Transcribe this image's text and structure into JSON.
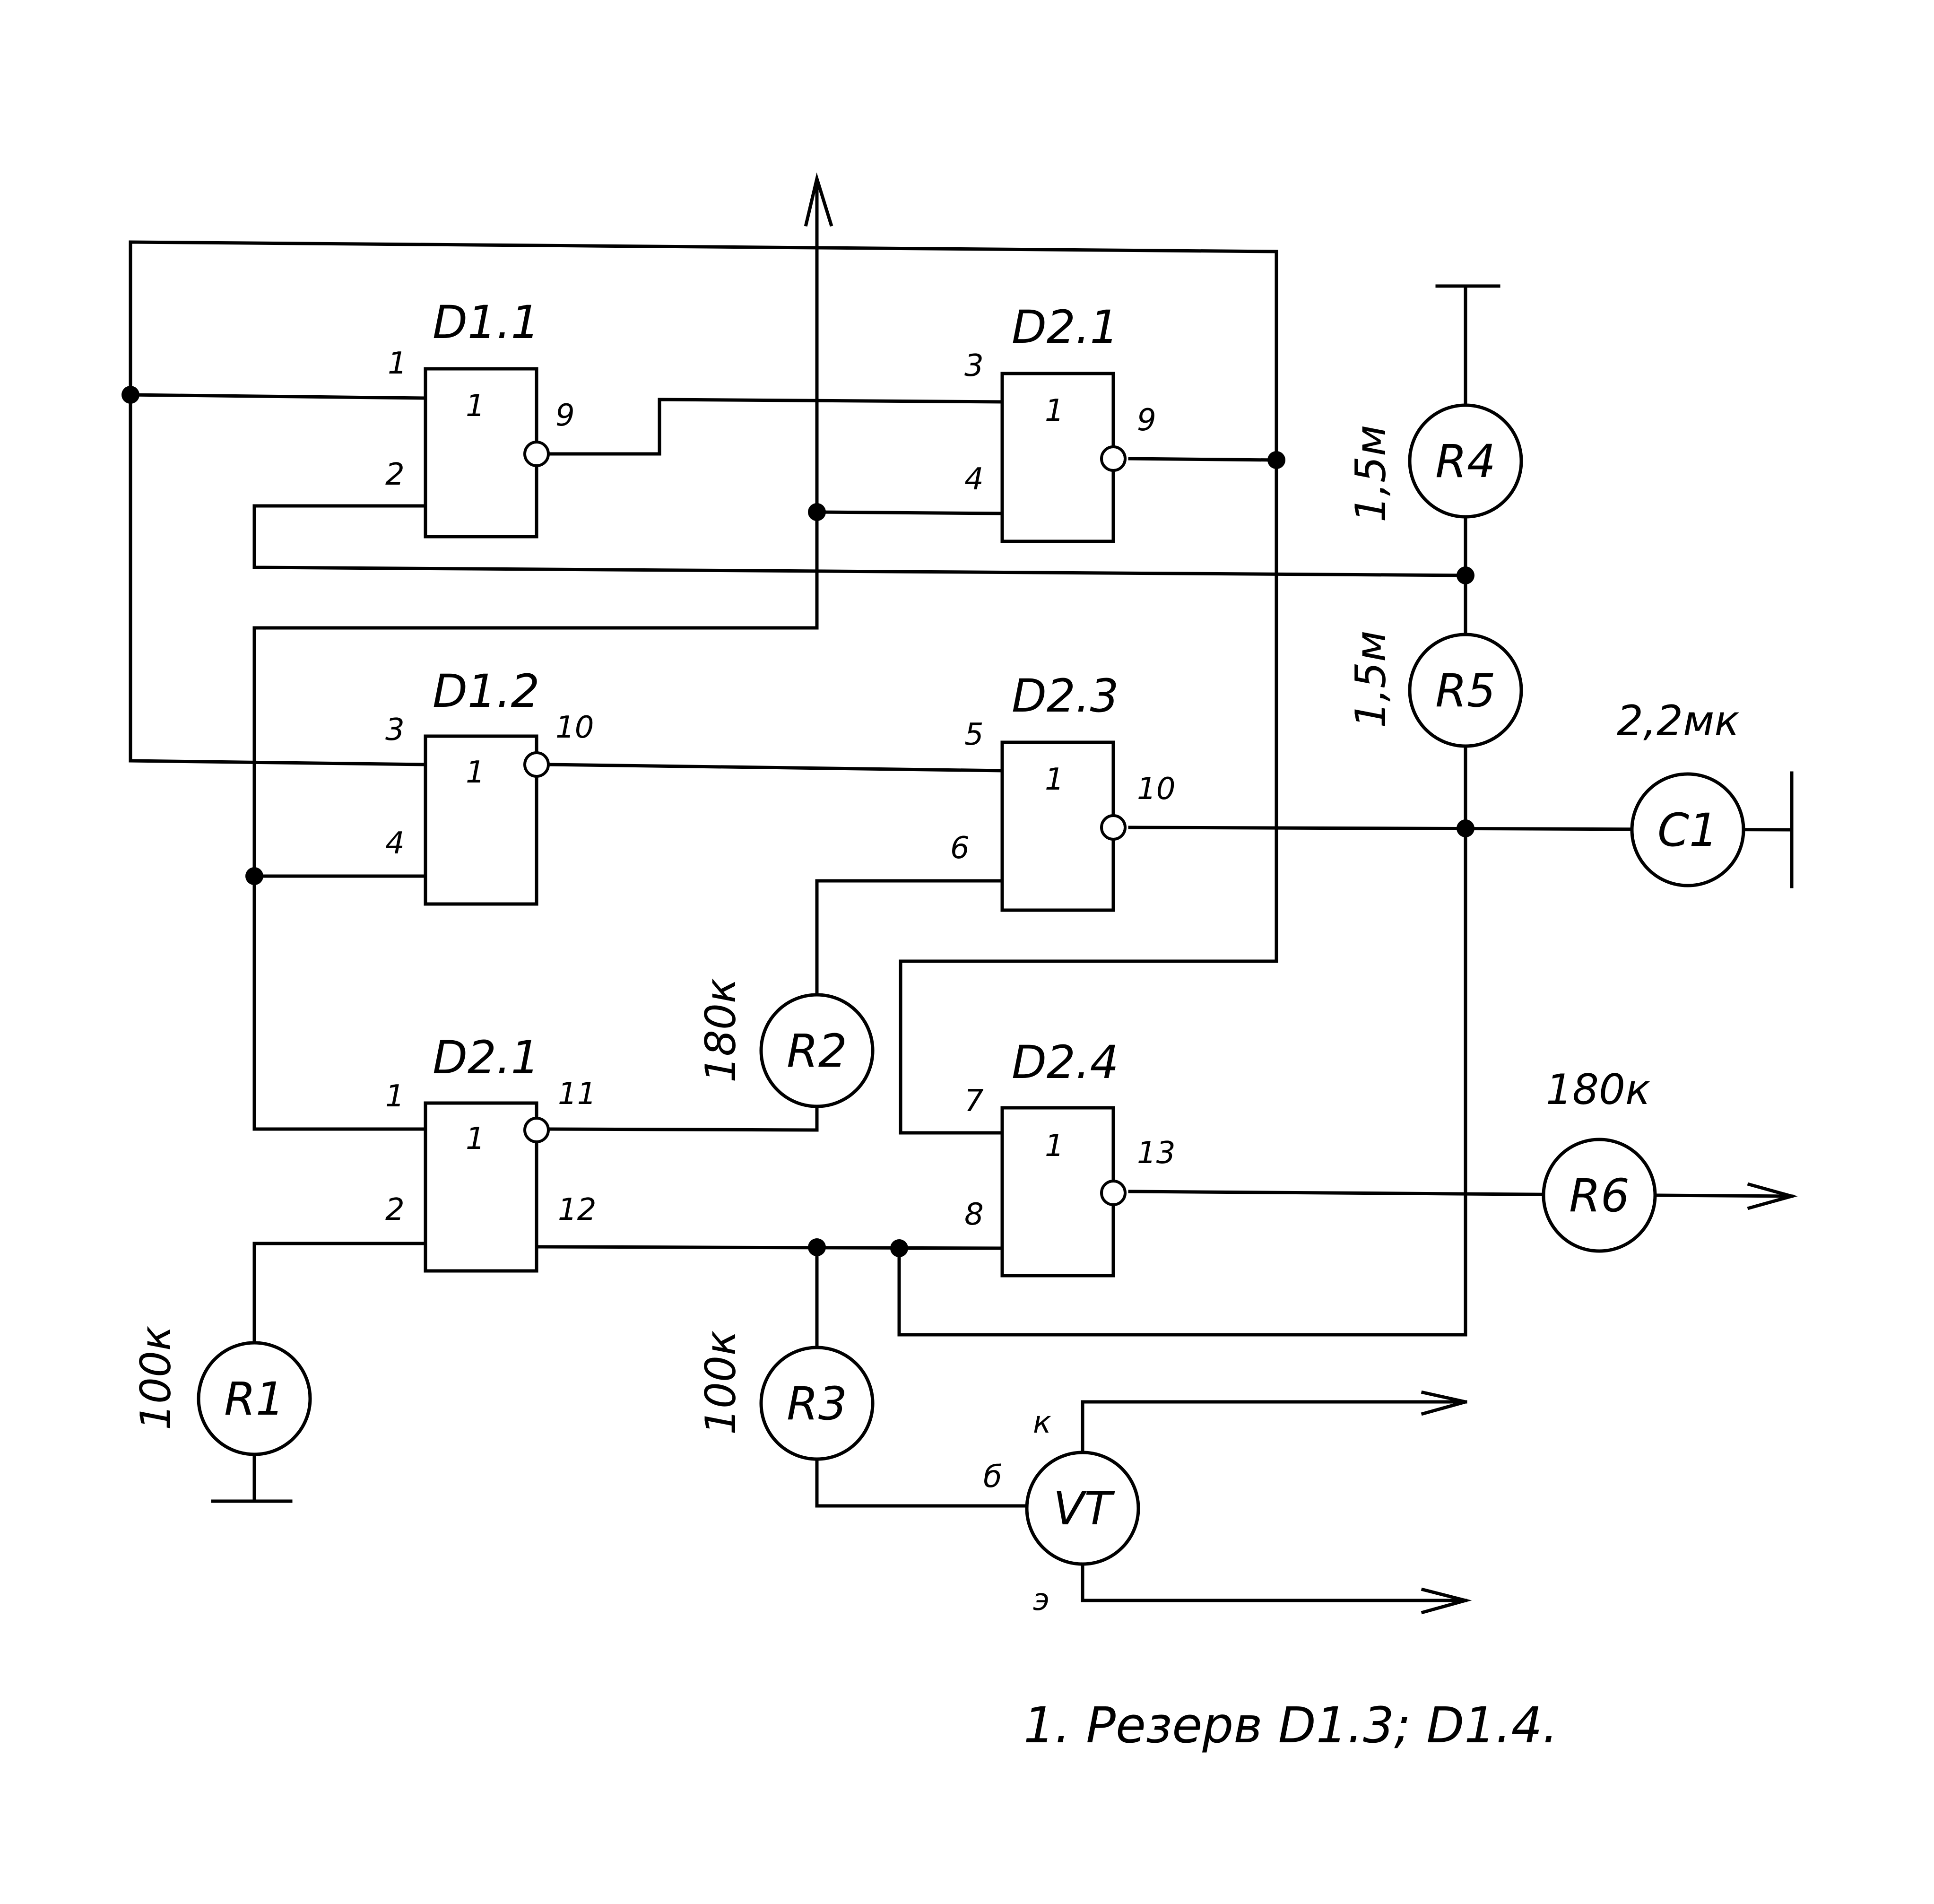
{
  "gates": {
    "d11": {
      "name": "D1.1",
      "func": "1",
      "pins": [
        "1",
        "2",
        "9"
      ]
    },
    "d21a": {
      "name": "D2.1",
      "func": "1",
      "pins": [
        "3",
        "4",
        "9"
      ]
    },
    "d12": {
      "name": "D1.2",
      "func": "1",
      "pins": [
        "3",
        "4",
        "10"
      ]
    },
    "d23": {
      "name": "D2.3",
      "func": "1",
      "pins": [
        "5",
        "6",
        "10"
      ]
    },
    "d21b": {
      "name": "D2.1",
      "func": "1",
      "pins": [
        "1",
        "2",
        "11",
        "12"
      ]
    },
    "d24": {
      "name": "D2.4",
      "func": "1",
      "pins": [
        "7",
        "8",
        "13"
      ]
    }
  },
  "components": {
    "r1": {
      "name": "R1",
      "value": "100к"
    },
    "r2": {
      "name": "R2",
      "value": "180к"
    },
    "r3": {
      "name": "R3",
      "value": "100к"
    },
    "r4": {
      "name": "R4",
      "value": "1,5м"
    },
    "r5": {
      "name": "R5",
      "value": "1,5м"
    },
    "r6": {
      "name": "R6",
      "value": "180к"
    },
    "c1": {
      "name": "C1",
      "value": "2,2мк"
    },
    "vt": {
      "name": "VT",
      "collector": "к",
      "base": "б",
      "emitter": "э"
    }
  },
  "note": "1. Резерв D1.3; D1.4."
}
